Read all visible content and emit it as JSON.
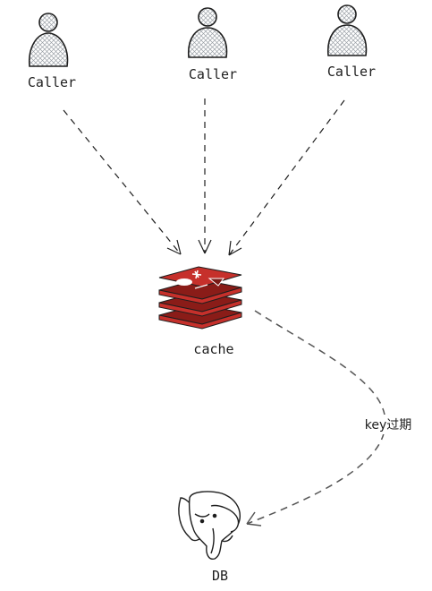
{
  "nodes": {
    "caller_left": {
      "label": "Caller",
      "icon": "user-icon"
    },
    "caller_mid": {
      "label": "Caller",
      "icon": "user-icon"
    },
    "caller_right": {
      "label": "Caller",
      "icon": "user-icon"
    },
    "cache": {
      "label": "cache",
      "icon": "redis-icon"
    },
    "db": {
      "label": "DB",
      "icon": "postgresql-icon"
    }
  },
  "edges": {
    "cache_to_db": {
      "label": "key过期"
    }
  },
  "colors": {
    "stroke": "#1e1e1e",
    "dashed_arrow": "#555555",
    "redis_red": "#c6302b",
    "redis_dark": "#8a1c18",
    "hatch": "#9aa0a6",
    "background": "#ffffff"
  }
}
